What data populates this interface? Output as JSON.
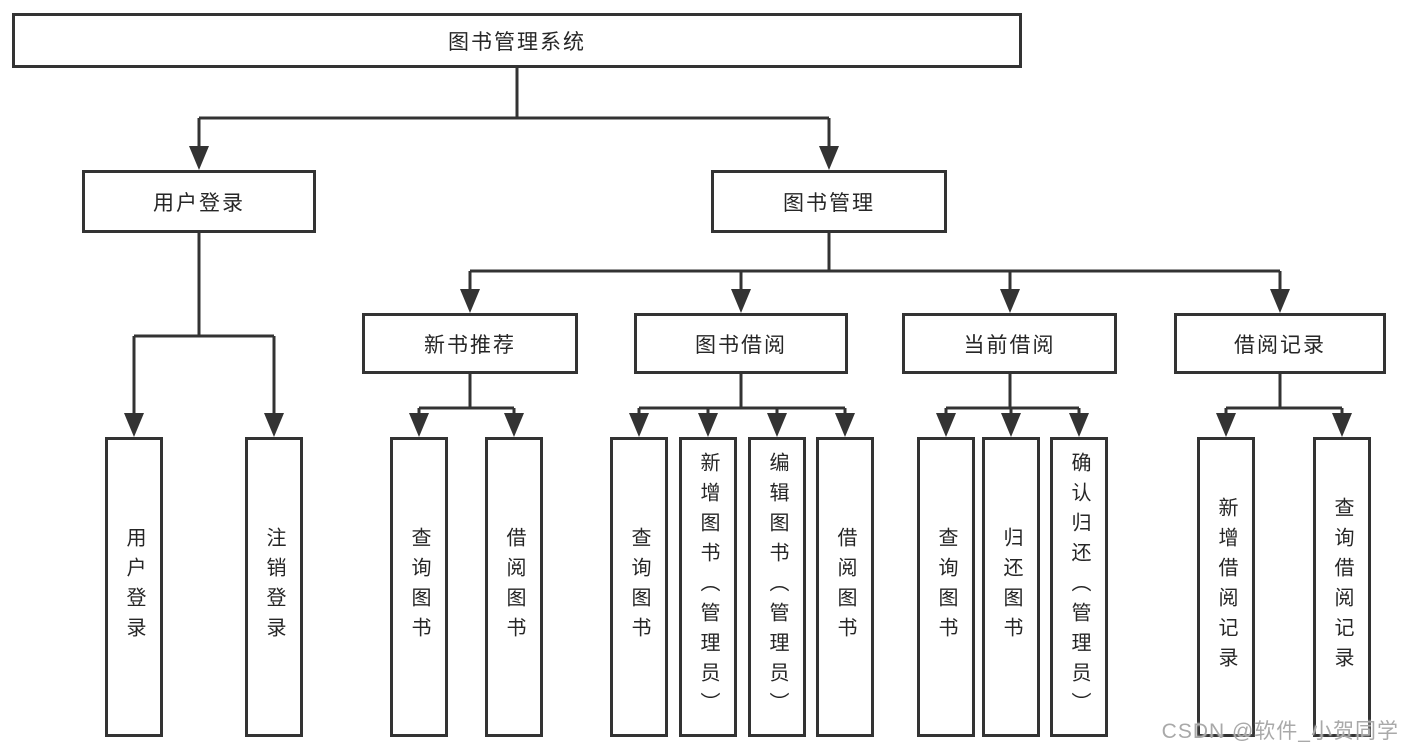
{
  "watermark": "CSDN @软件_小贺同学",
  "colors": {
    "line": "#333333",
    "box_border": "#333333",
    "text": "#262626",
    "background": "#ffffff",
    "watermark": "#a9a9a9"
  },
  "tree": {
    "root": {
      "label": "图书管理系统"
    },
    "branches": [
      {
        "label": "用户登录",
        "children": [
          {
            "label": "用户登录"
          },
          {
            "label": "注销登录"
          }
        ]
      },
      {
        "label": "图书管理",
        "children": [
          {
            "label": "新书推荐",
            "children": [
              {
                "label": "查询图书"
              },
              {
                "label": "借阅图书"
              }
            ]
          },
          {
            "label": "图书借阅",
            "children": [
              {
                "label": "查询图书"
              },
              {
                "label": "新增图书（管理员）"
              },
              {
                "label": "编辑图书（管理员）"
              },
              {
                "label": "借阅图书"
              }
            ]
          },
          {
            "label": "当前借阅",
            "children": [
              {
                "label": "查询图书"
              },
              {
                "label": "归还图书"
              },
              {
                "label": "确认归还（管理员）"
              }
            ]
          },
          {
            "label": "借阅记录",
            "children": [
              {
                "label": "新增借阅记录"
              },
              {
                "label": "查询借阅记录"
              }
            ]
          }
        ]
      }
    ]
  }
}
